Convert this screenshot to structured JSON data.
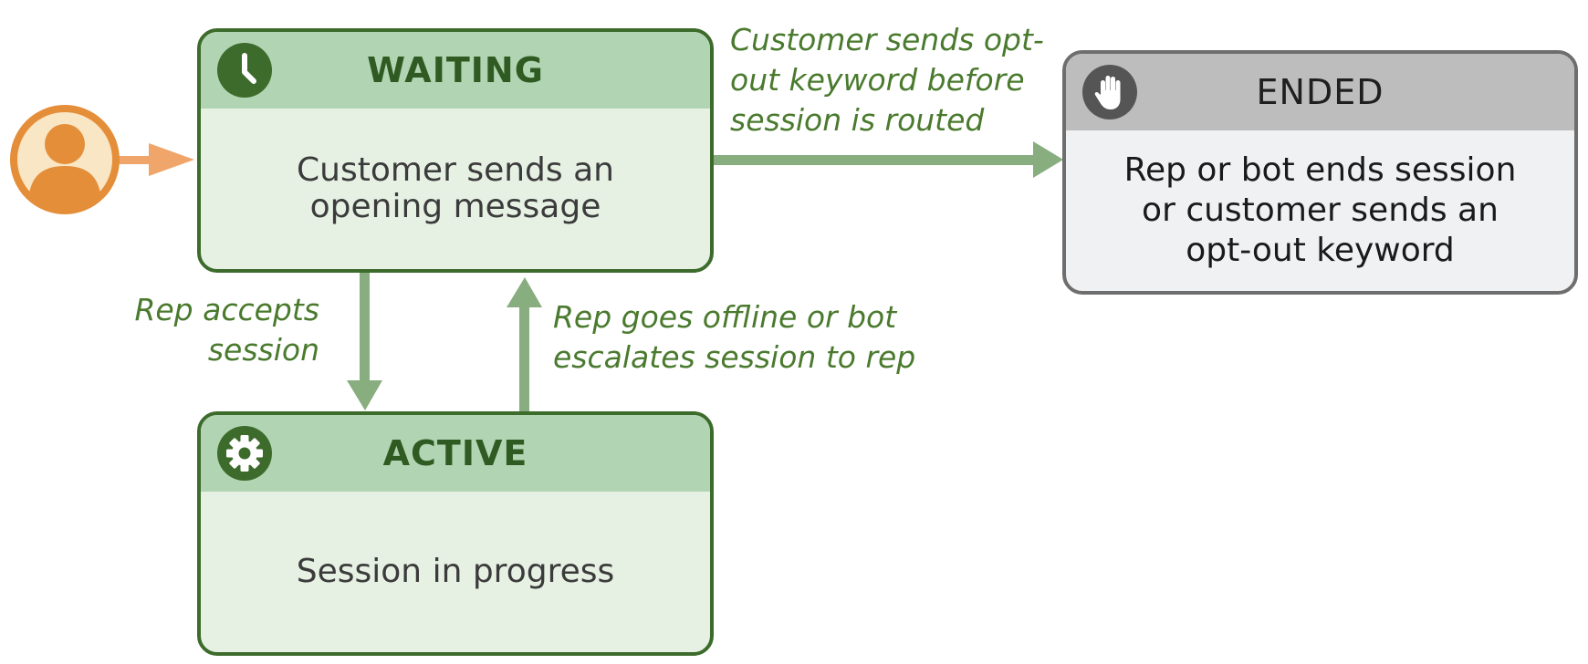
{
  "nodes": {
    "waiting": {
      "title": "WAITING",
      "body_lines": [
        "Customer sends an",
        "opening message"
      ],
      "icon": "clock-icon"
    },
    "active": {
      "title": "ACTIVE",
      "body_lines": [
        "Session in progress"
      ],
      "icon": "gear-icon"
    },
    "ended": {
      "title": "ENDED",
      "body_lines": [
        "Rep or bot ends session",
        "or customer sends an",
        "opt-out keyword"
      ],
      "icon": "hand-stop-icon"
    }
  },
  "edges": {
    "waiting_to_ended": {
      "label_lines": [
        "Customer sends opt-",
        "out keyword before",
        "session is routed"
      ]
    },
    "waiting_to_active": {
      "label_lines": [
        "Rep accepts",
        "session"
      ]
    },
    "active_to_waiting": {
      "label_lines": [
        "Rep goes offline or bot",
        "escalates session to rep"
      ]
    }
  },
  "start": {
    "icon": "customer-avatar-icon"
  },
  "colors": {
    "green_border": "#3d6b2c",
    "green_header": "#b1d5b3",
    "green_body": "#e6f1e4",
    "arrow_green": "#88ad7f",
    "label_green": "#4a7a2e",
    "gray_border": "#6e6e6e",
    "gray_header": "#bdbdbd",
    "gray_body": "#f0f1f3",
    "orange": "#e58e3a",
    "orange_light": "#f9e6c4",
    "arrow_orange": "#f0a56a"
  }
}
